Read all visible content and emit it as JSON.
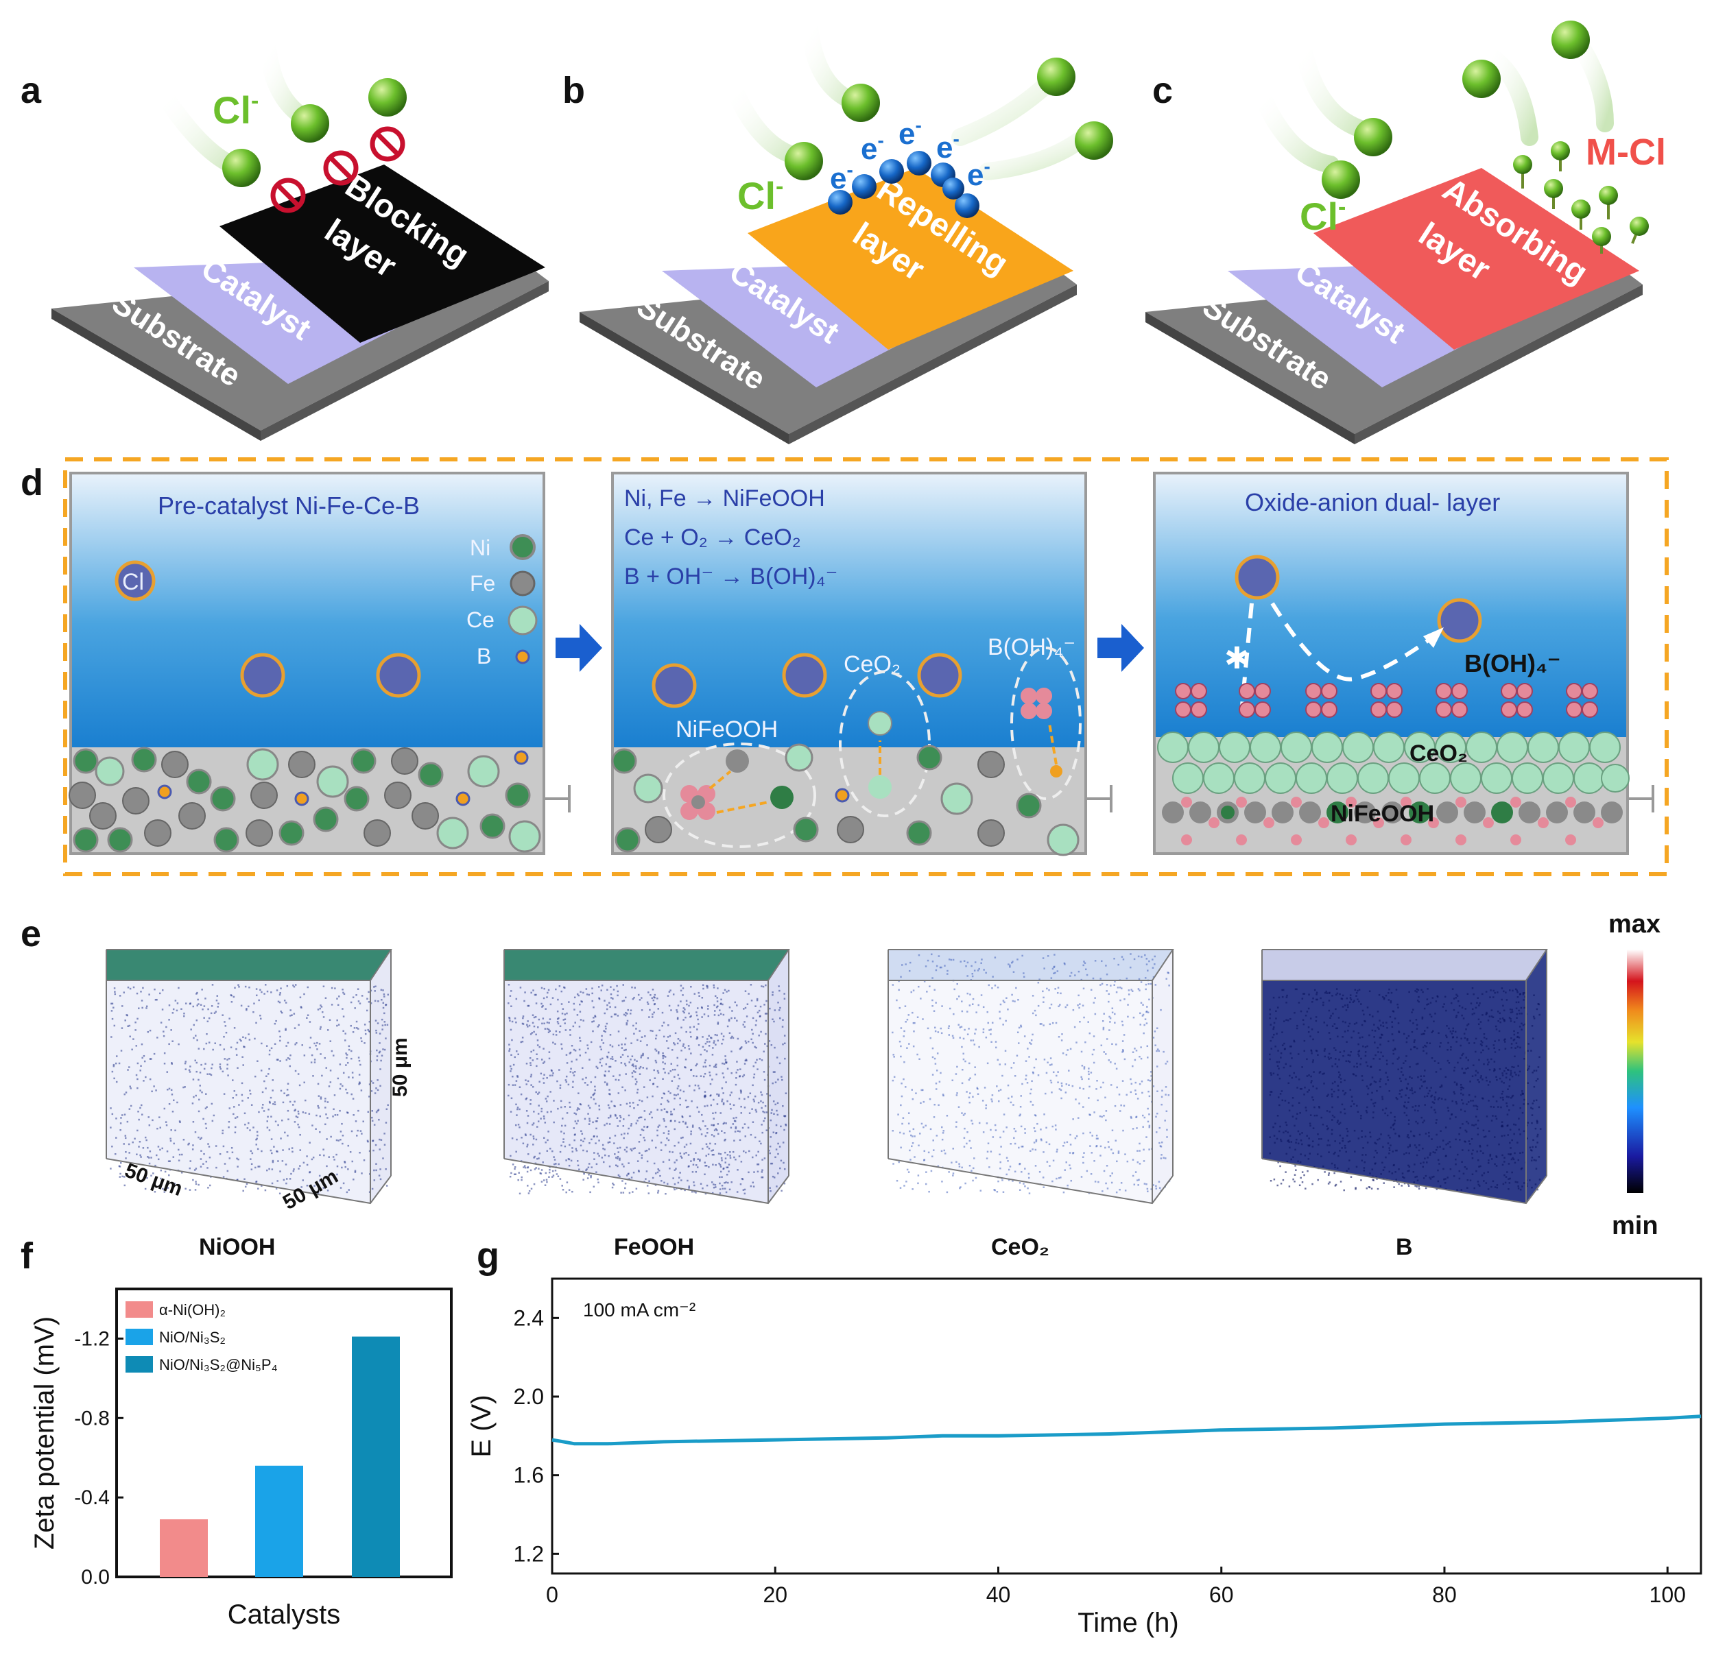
{
  "panel_letters": {
    "a": "a",
    "b": "b",
    "c": "c",
    "d": "d",
    "e": "e",
    "f": "f",
    "g": "g"
  },
  "schematic": {
    "substrate": "Substrate",
    "catalyst": "Catalyst",
    "blocking_1": "Blocking",
    "blocking_2": "layer",
    "repelling_1": "Repelling",
    "repelling_2": "layer",
    "absorbing_1": "Absorbing",
    "absorbing_2": "layer",
    "chloride": "Cl",
    "minus": "-",
    "electron": "e",
    "mcl": "M-Cl"
  },
  "panel_d": {
    "box1_title": "Pre-catalyst Ni-Fe-Ce-B",
    "box1_cl": "Cl",
    "legend": [
      "Ni",
      "Fe",
      "Ce",
      "B"
    ],
    "box2_line1": "Ni, Fe → NiFeOOH",
    "box2_line2": "Ce + O₂ → CeO₂",
    "box2_line3": "B + OH⁻ → B(OH)₄⁻",
    "box2_ceo2": "CeO₂",
    "box2_boh4": "B(OH)₄⁻",
    "box2_nifeooh": "NiFeOOH",
    "box3_title": "Oxide-anion dual- layer",
    "box3_boh4": "B(OH)₄⁻",
    "box3_ceo2": "CeO₂",
    "box3_nifeooh": "NiFeOOH"
  },
  "panel_e": {
    "cubes": [
      "NiOOH",
      "FeOOH",
      "CeO₂",
      "B"
    ],
    "dim": "50 μm",
    "colorbar_max": "max",
    "colorbar_min": "min"
  },
  "colors": {
    "accent_orange": "#f5a623",
    "repelling": "#f9a51b",
    "absorbing": "#f05a5a",
    "catalyst": "#b8b3f0",
    "substrate": "#7f7f7f",
    "series_f": [
      "#f28b8b",
      "#1aa3e8",
      "#0e8bb5"
    ],
    "line_g": "#1a9cc8"
  },
  "chart_data": [
    {
      "type": "bar",
      "panel": "f",
      "categories": [
        "α-Ni(OH)₂",
        "NiO/Ni₃S₂",
        "NiO/Ni₃S₂@Ni₅P₄"
      ],
      "values": [
        -0.29,
        -0.56,
        -1.21
      ],
      "xlabel": "Catalysts",
      "ylabel": "Zeta potential (mV)",
      "yticks": [
        "0.0",
        "-0.4",
        "-0.8",
        "-1.2"
      ],
      "ylim": [
        0,
        -1.45
      ],
      "legend": "top-left"
    },
    {
      "type": "line",
      "panel": "g",
      "annotation": "100 mA cm⁻²",
      "xlabel": "Time (h)",
      "ylabel": "E (V)",
      "xlim": [
        0,
        103
      ],
      "ylim": [
        1.1,
        2.6
      ],
      "xticks": [
        "0",
        "20",
        "40",
        "60",
        "80",
        "100"
      ],
      "yticks": [
        "1.2",
        "1.6",
        "2.0",
        "2.4"
      ],
      "x": [
        0,
        1,
        2,
        5,
        10,
        20,
        30,
        35,
        40,
        50,
        60,
        70,
        80,
        90,
        100,
        103
      ],
      "y": [
        1.78,
        1.77,
        1.76,
        1.76,
        1.77,
        1.78,
        1.79,
        1.8,
        1.8,
        1.81,
        1.83,
        1.84,
        1.86,
        1.87,
        1.89,
        1.9
      ]
    }
  ]
}
